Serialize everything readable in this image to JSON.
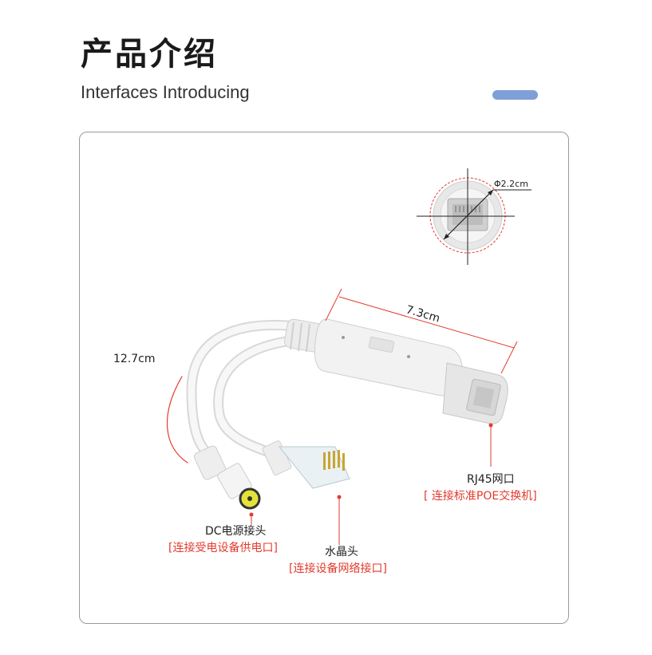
{
  "header": {
    "title": "产品介绍",
    "subtitle": "Interfaces Introducing"
  },
  "colors": {
    "accent": "#7f9fd8",
    "annotation_red": "#e23b2e"
  },
  "dimensions": {
    "diameter": "Φ2.2cm",
    "body_length": "7.3cm",
    "cable_length": "12.7cm"
  },
  "callouts": {
    "rj45_port": {
      "name": "RJ45网口",
      "desc": "[ 连接标准POE交换机]"
    },
    "dc_plug": {
      "name": "DC电源接头",
      "desc": "[连接受电设备供电口]"
    },
    "crystal_head": {
      "name": "水晶头",
      "desc": "[连接设备网络接口]"
    }
  }
}
